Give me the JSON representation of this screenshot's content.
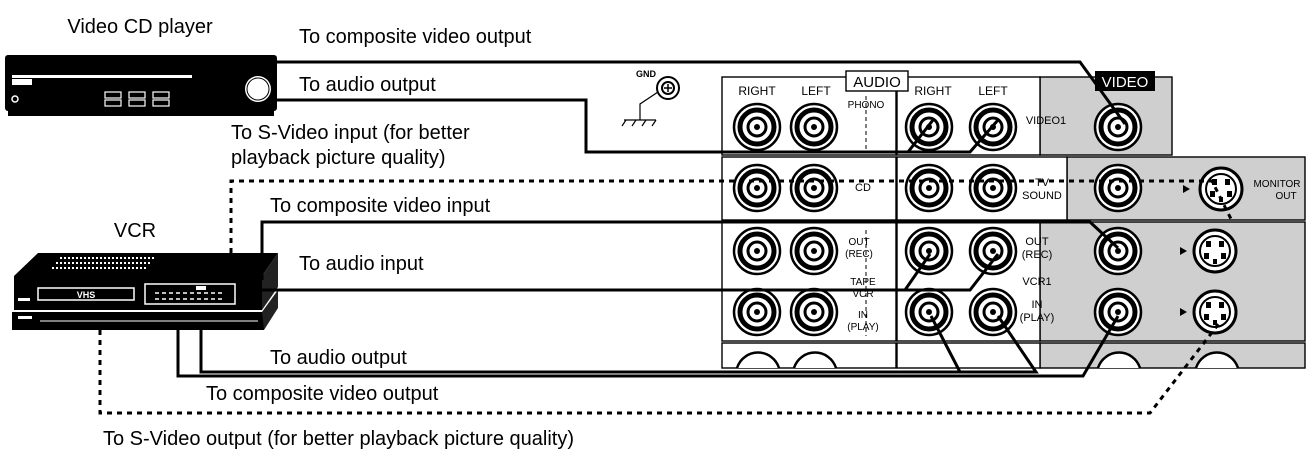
{
  "devices": {
    "video_cd_player": "Video CD player",
    "vcr": "VCR",
    "vhs_badge": "VHS"
  },
  "cable_labels": {
    "vcd_composite_out": "To composite video output",
    "vcd_audio_out": "To audio output",
    "vcd_svideo_in_line1": "To S-Video input (for better",
    "vcd_svideo_in_line2": "playback picture quality)",
    "vcr_composite_in": "To composite video input",
    "vcr_audio_in": "To audio input",
    "vcr_audio_out": "To audio output",
    "vcr_composite_out": "To composite video output",
    "vcr_svideo_out": "To S-Video output (for better playback picture quality)"
  },
  "panel": {
    "gnd": "GND",
    "audio_header": "AUDIO",
    "video_header": "VIDEO",
    "right": "RIGHT",
    "left": "LEFT",
    "right2": "RIGHT",
    "left2": "LEFT",
    "phono": "PHONO",
    "video1": "VIDEO1",
    "cd": "CD",
    "tv": "TV",
    "sound": "SOUND",
    "monitor": "MONITOR",
    "out": "OUT",
    "out_rec_a": "OUT",
    "rec_a": "(REC)",
    "tape": "TAPE",
    "vcr_tape": "VCR",
    "in_a": "IN",
    "play_a": "(PLAY)",
    "out_rec_b": "OUT",
    "rec_b": "(REC)",
    "vcr1": "VCR1",
    "in_b": "IN",
    "play_b": "(PLAY)"
  }
}
